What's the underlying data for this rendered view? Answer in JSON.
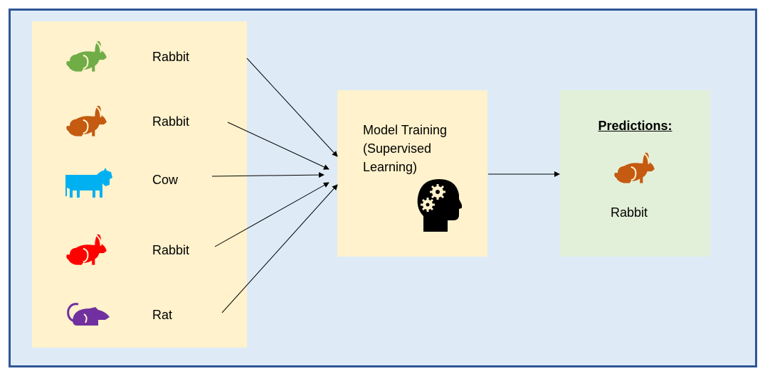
{
  "inputs": [
    {
      "label": "Rabbit",
      "animal": "rabbit-icon",
      "color": "#70AD47"
    },
    {
      "label": "Rabbit",
      "animal": "rabbit-icon",
      "color": "#C55A11"
    },
    {
      "label": "Cow",
      "animal": "cow-icon",
      "color": "#00B0F0"
    },
    {
      "label": "Rabbit",
      "animal": "rabbit-icon",
      "color": "#FF0000"
    },
    {
      "label": "Rat",
      "animal": "rat-icon",
      "color": "#7030A0"
    }
  ],
  "model": {
    "line1": "Model Training",
    "line2": "(Supervised",
    "line3": "Learning)",
    "icon": "head-gears-icon"
  },
  "predictions": {
    "heading": "Predictions:",
    "label": "Rabbit",
    "color": "#C55A11"
  },
  "colors": {
    "border": "#2F5597",
    "background": "#DEEBF7",
    "panel": "#FFF2CC",
    "result": "#E2F0D9"
  }
}
